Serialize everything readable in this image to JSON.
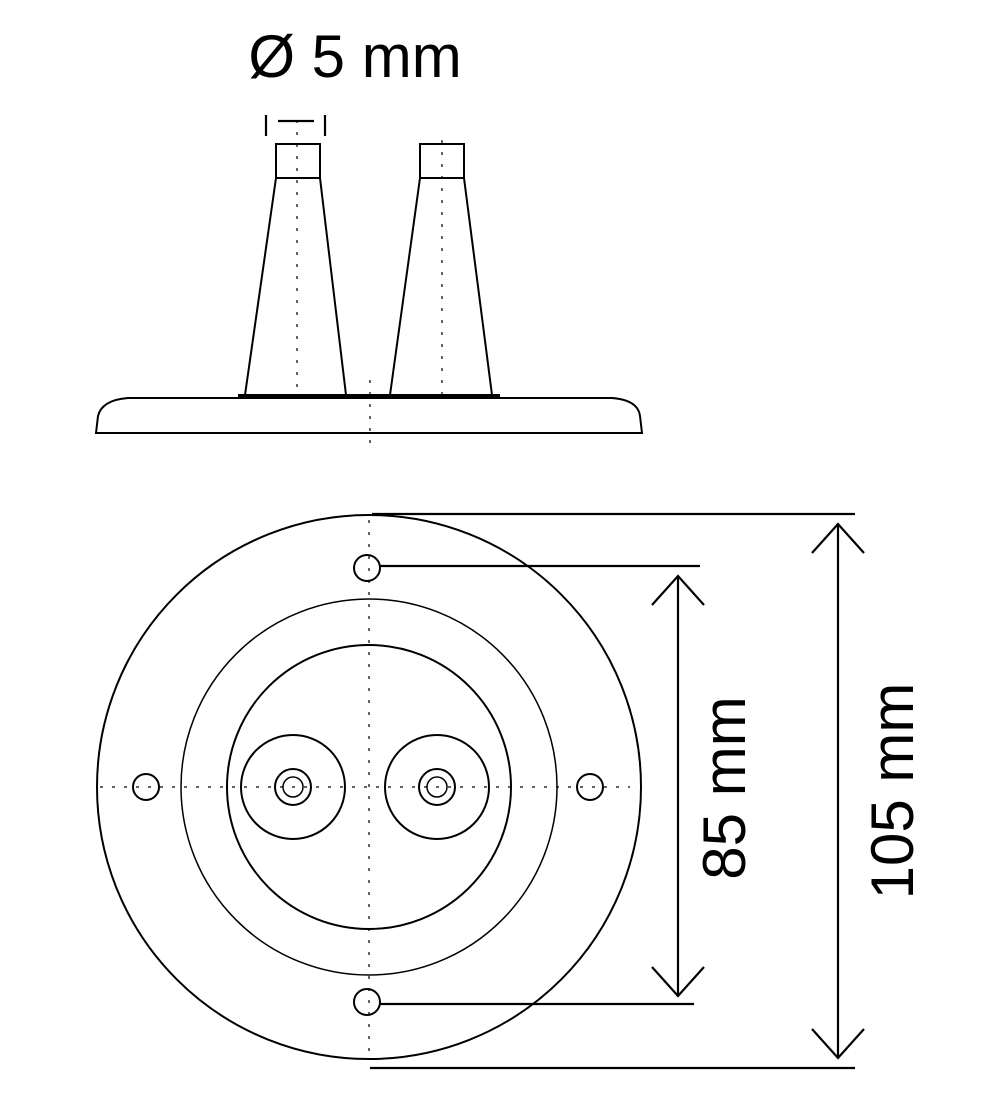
{
  "dimensions": {
    "pin_diameter": "Ø 5 mm",
    "hole_spacing": "85 mm",
    "overall_diameter": "105 mm"
  }
}
